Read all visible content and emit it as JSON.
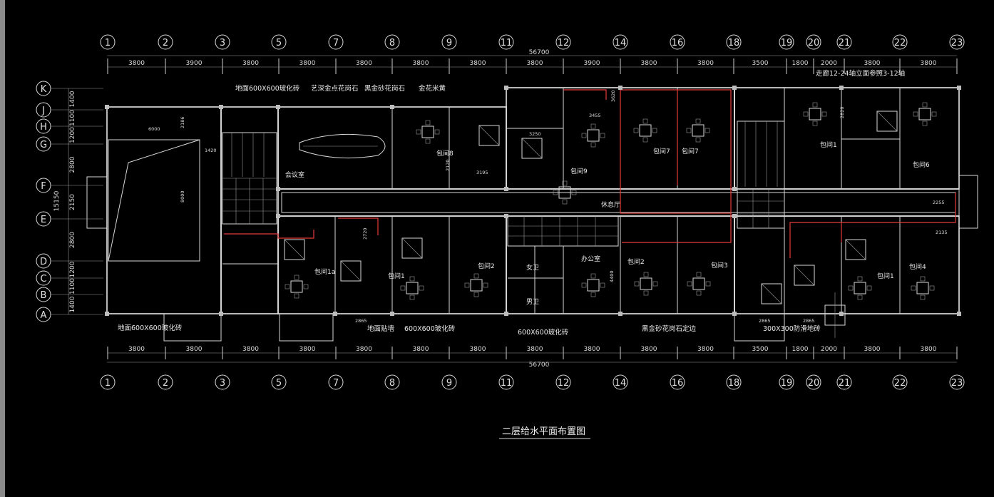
{
  "drawing": {
    "title": "二层给水平面布置图",
    "total_dimension": "56700",
    "vertical_total": "15150"
  },
  "grid_columns": [
    "1",
    "2",
    "3",
    "5",
    "7",
    "8",
    "9",
    "11",
    "12",
    "14",
    "16",
    "18",
    "19",
    "20",
    "21",
    "22",
    "23"
  ],
  "top_dimensions": [
    "3800",
    "3900",
    "3800",
    "3800",
    "3800",
    "3800",
    "3800",
    "3800",
    "3900",
    "3800",
    "3800",
    "3500",
    "1800",
    "2000",
    "3800",
    "3800"
  ],
  "bottom_dimensions": [
    "3800",
    "3800",
    "3800",
    "3800",
    "3800",
    "3800",
    "3800",
    "3800",
    "3800",
    "3800",
    "3800",
    "3500",
    "1800",
    "2000",
    "3800",
    "3800"
  ],
  "grid_rows": [
    "K",
    "J",
    "H",
    "G",
    "F",
    "E",
    "D",
    "C",
    "B",
    "A"
  ],
  "row_dimensions": [
    "1400",
    "1100",
    "1200",
    "2800",
    "2150",
    "2800",
    "1200",
    "1100",
    "1400"
  ],
  "rooms": [
    {
      "key": "meeting",
      "label": "会议室"
    },
    {
      "key": "pj8",
      "label": "包间8"
    },
    {
      "key": "pj9",
      "label": "包间9"
    },
    {
      "key": "pj7a",
      "label": "包间7"
    },
    {
      "key": "pj7b",
      "label": "包间7"
    },
    {
      "key": "pj1_ne",
      "label": "包间1"
    },
    {
      "key": "pj6",
      "label": "包间6"
    },
    {
      "key": "lounge",
      "label": "休息厅"
    },
    {
      "key": "pj1a",
      "label": "包间1a"
    },
    {
      "key": "pj1",
      "label": "包间1"
    },
    {
      "key": "pj2",
      "label": "包间2"
    },
    {
      "key": "women",
      "label": "女卫"
    },
    {
      "key": "men",
      "label": "男卫"
    },
    {
      "key": "office",
      "label": "办公室"
    },
    {
      "key": "pj2b",
      "label": "包间2"
    },
    {
      "key": "pj3",
      "label": "包间3"
    },
    {
      "key": "pj1_se",
      "label": "包间1"
    },
    {
      "key": "pj4",
      "label": "包间4"
    }
  ],
  "notes": [
    {
      "key": "n_floor_top",
      "text": "地面600X600玻化砖"
    },
    {
      "key": "n_stone1",
      "text": "艺深金点花岗石"
    },
    {
      "key": "n_stone2",
      "text": "黑金砂花岗石"
    },
    {
      "key": "n_stone3",
      "text": "金花米黄"
    },
    {
      "key": "n_corridor",
      "text": "走廊12-24轴立面参照3-12轴"
    },
    {
      "key": "n_floor_bl",
      "text": "地面600X600玻化砖"
    },
    {
      "key": "n_floor_mid",
      "text": "地面贴墙"
    },
    {
      "key": "n_tile1",
      "text": "600X600玻化砖"
    },
    {
      "key": "n_tile2",
      "text": "600X600玻化砖"
    },
    {
      "key": "n_stone4",
      "text": "黑金砂花岗石定边"
    },
    {
      "key": "n_tile3",
      "text": "300X300防滑地砖"
    }
  ],
  "small_dims": [
    {
      "key": "d6000",
      "text": "6000"
    },
    {
      "key": "d2186",
      "text": "2186"
    },
    {
      "key": "d1420",
      "text": "1420"
    },
    {
      "key": "d8000",
      "text": "8000"
    },
    {
      "key": "d3455",
      "text": "3455"
    },
    {
      "key": "d3195",
      "text": "3195"
    },
    {
      "key": "d2120",
      "text": "2120"
    },
    {
      "key": "d3250",
      "text": "3250"
    },
    {
      "key": "d2255",
      "text": "2255"
    },
    {
      "key": "d2135",
      "text": "2135"
    },
    {
      "key": "d2720",
      "text": "2720"
    },
    {
      "key": "d2865",
      "text": "2865"
    },
    {
      "key": "d2865b",
      "text": "2865"
    },
    {
      "key": "d2865c",
      "text": "2865"
    },
    {
      "key": "d4400",
      "text": "4400"
    },
    {
      "key": "d2820",
      "text": "2820"
    },
    {
      "key": "d3620",
      "text": "3620"
    }
  ]
}
